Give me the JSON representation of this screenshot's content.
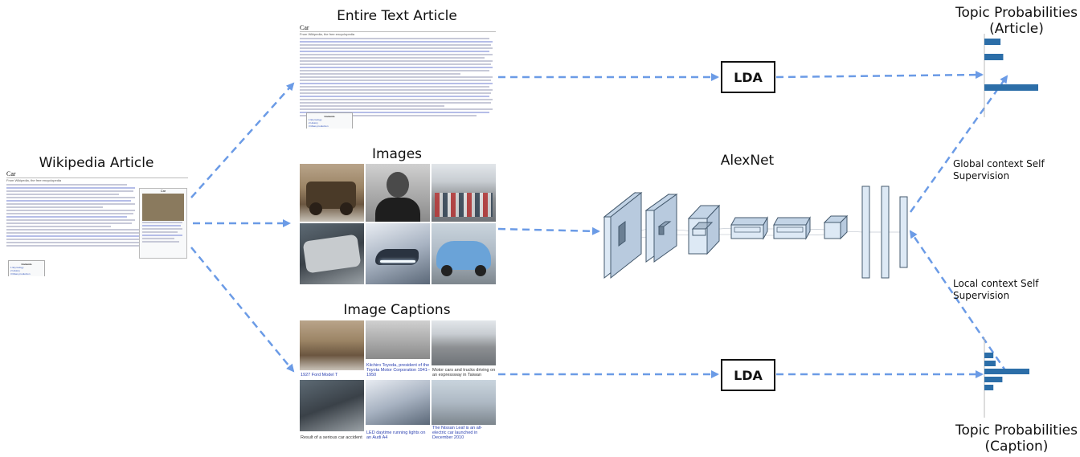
{
  "titles": {
    "wiki": "Wikipedia Article",
    "entire_text": "Entire Text Article",
    "images": "Images",
    "image_captions": "Image Captions",
    "alexnet": "AlexNet",
    "topic_article_line1": "Topic Probabilities",
    "topic_article_line2": "(Article)",
    "topic_caption_line1": "Topic Probabilities",
    "topic_caption_line2": "(Caption)"
  },
  "labels": {
    "lda_top": "LDA",
    "lda_bottom": "LDA",
    "global_line1": "Global context Self",
    "global_line2": "Supervision",
    "local_line1": "Local context Self",
    "local_line2": "Supervision"
  },
  "article_doc": {
    "heading": "Car",
    "sub": "From Wikipedia, the free encyclopedia",
    "contents_title": "Contents",
    "contents_items": [
      "1 Etymology",
      "2 History",
      "3 Mass production"
    ]
  },
  "wiki_doc": {
    "heading": "Car",
    "sub": "From Wikipedia, the free encyclopedia",
    "infobox_title": "Car",
    "contents_title": "Contents",
    "contents_items": [
      "1 Etymology",
      "2 History",
      "3 Mass production"
    ]
  },
  "captions": [
    {
      "text": "1927 Ford Model T",
      "link": true
    },
    {
      "text": "Kiichiro Toyoda, president of the Toyota Motor Corporation 1941–1950",
      "link": true
    },
    {
      "text": "Motor cars and trucks driving on an expressway in Taiwan",
      "link": false
    },
    {
      "text": "Result of a serious car accident",
      "link": false
    },
    {
      "text": "LED daytime running lights on an Audi A4",
      "link": true
    },
    {
      "text": "The Nissan Leaf is an all-electric car launched in December 2010",
      "link": true
    }
  ],
  "colors": {
    "arrow": "#6b9be6",
    "bar": "#2c6ea8",
    "layer_fill": "#dde9f5",
    "layer_stroke": "#455a6e"
  },
  "topic_bars_article": [
    0.3,
    0.35,
    0.0,
    1.0
  ],
  "topic_bars_caption": [
    0.2,
    0.25,
    1.0,
    0.4,
    0.2
  ]
}
